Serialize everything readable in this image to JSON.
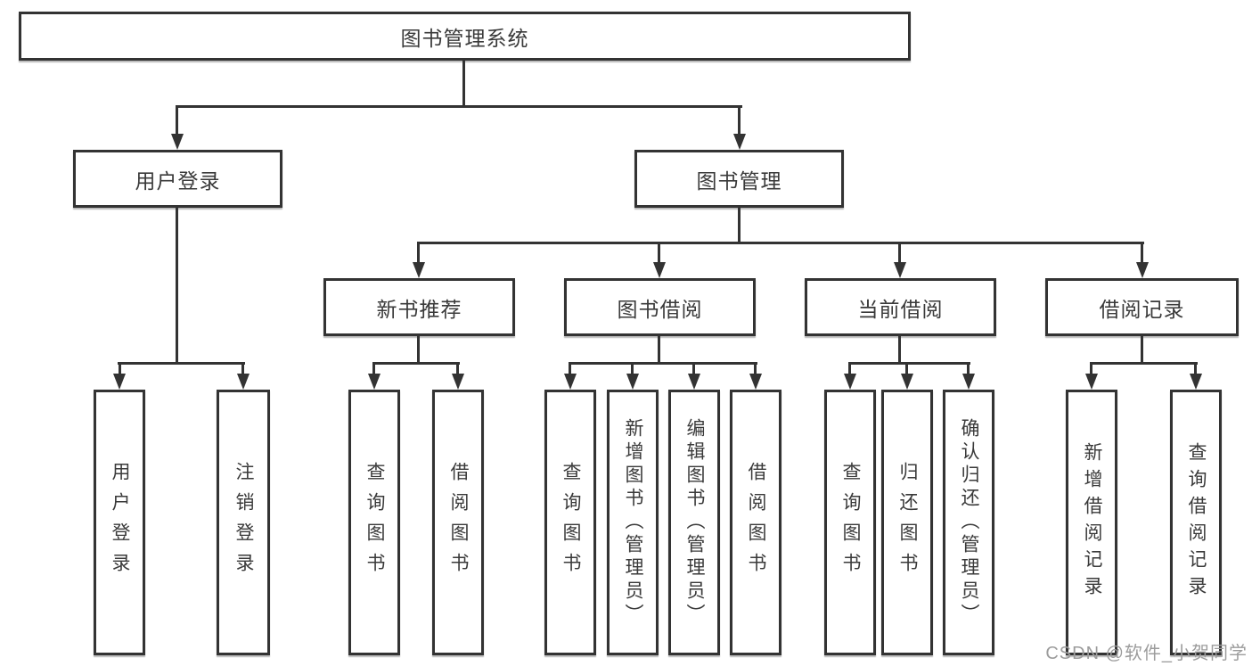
{
  "colors": {
    "line": "#333333",
    "text": "#3a3a3a",
    "bg": "#ffffff",
    "watermark": "#9c9c9c"
  },
  "tree": {
    "root": {
      "label": "图书管理系统"
    },
    "branches": [
      {
        "label": "用户登录",
        "children": [
          {
            "label": "用户登录"
          },
          {
            "label": "注销登录"
          }
        ]
      },
      {
        "label": "图书管理",
        "children": [
          {
            "label": "新书推荐",
            "children": [
              {
                "label": "查询图书"
              },
              {
                "label": "借阅图书"
              }
            ]
          },
          {
            "label": "图书借阅",
            "children": [
              {
                "label": "查询图书"
              },
              {
                "label": "新增图书（管理员）"
              },
              {
                "label": "编辑图书（管理员）"
              },
              {
                "label": "借阅图书"
              }
            ]
          },
          {
            "label": "当前借阅",
            "children": [
              {
                "label": "查询图书"
              },
              {
                "label": "归还图书"
              },
              {
                "label": "确认归还（管理员）"
              }
            ]
          },
          {
            "label": "借阅记录",
            "children": [
              {
                "label": "新增借阅记录"
              },
              {
                "label": "查询借阅记录"
              }
            ]
          }
        ]
      }
    ]
  },
  "watermark": {
    "text": "CSDN @软件_小贺同学"
  }
}
